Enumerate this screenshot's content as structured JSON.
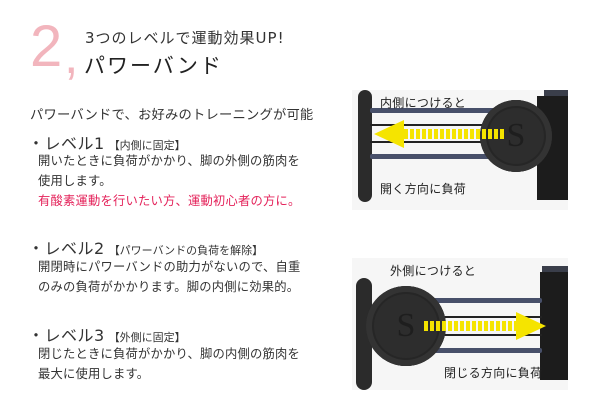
{
  "header": {
    "number": "2",
    "comma": ",",
    "subtitle": "3つのレベルで運動効果UP!",
    "title": "パワーバンド"
  },
  "lead": "パワーバンドで、お好みのトレーニングが可能",
  "levels": [
    {
      "label": "・レベル1",
      "tag": "【内側に固定】",
      "lines": [
        "開いたときに負荷がかかり、脚の外側の筋肉を",
        "使用します。"
      ],
      "highlight": "有酸素運動を行いたい方、運動初心者の方に。"
    },
    {
      "label": "・レベル2",
      "tag": "【パワーバンドの負荷を解除】",
      "lines": [
        "開閉時にパワーバンドの助力がないので、自重",
        "のみの負荷がかかります。脚の内側に効果的。"
      ]
    },
    {
      "label": "・レベル3",
      "tag": "【外側に固定】",
      "lines": [
        "閉じたときに負荷がかかり、脚の内側の筋肉を",
        "最大に使用します。"
      ]
    }
  ],
  "photos": [
    {
      "caption_top": "内側につけると",
      "caption_bottom": "開く方向に負荷",
      "arrow_direction": "left",
      "disc_letter": "S"
    },
    {
      "caption_top": "外側につけると",
      "caption_bottom": "閉じる方向に負荷",
      "arrow_direction": "right",
      "disc_letter": "S"
    }
  ],
  "colors": {
    "accent_pink": "#f2b5bd",
    "highlight_red": "#e4225a",
    "arrow_yellow": "#f5e400"
  }
}
